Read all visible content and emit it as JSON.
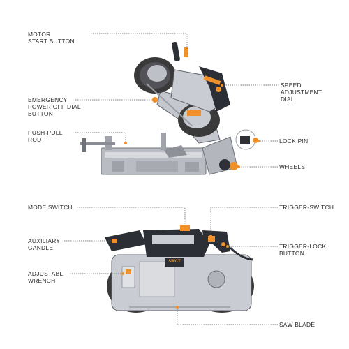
{
  "labels": {
    "motor_start_button": "MOTOR\nSTART BUTTON",
    "speed_adjustment_dial": "SPEED\nADJUSTMENT\nDIAL",
    "emergency_power_off": "EMERGENCY\nPOWER OFF DIAL\nBUTTON",
    "push_pull_rod": "PUSH-PULL\nROD",
    "lock_pin": "LOCK PIN",
    "wheels": "WHEELS",
    "mode_switch": "MODE SWITCH",
    "trigger_switch": "TRIGGER-SWITCH",
    "auxiliary_gandle": "AUXILIARY\nGANDLE",
    "trigger_lock_button": "TRIGGER-LOCK\nBUTTON",
    "adjustabl_wrench": "ADJUSTABL\nWRENCH",
    "saw_blade": "SAW BLADE"
  },
  "brand_badge": "SWCT",
  "colors": {
    "accent": "#f0902a",
    "body_metal": "#c9ccd2",
    "dark_body": "#2c2f36",
    "tire": "#3a3a3a",
    "label_text": "#2b2b2b",
    "leader": "#555555"
  }
}
